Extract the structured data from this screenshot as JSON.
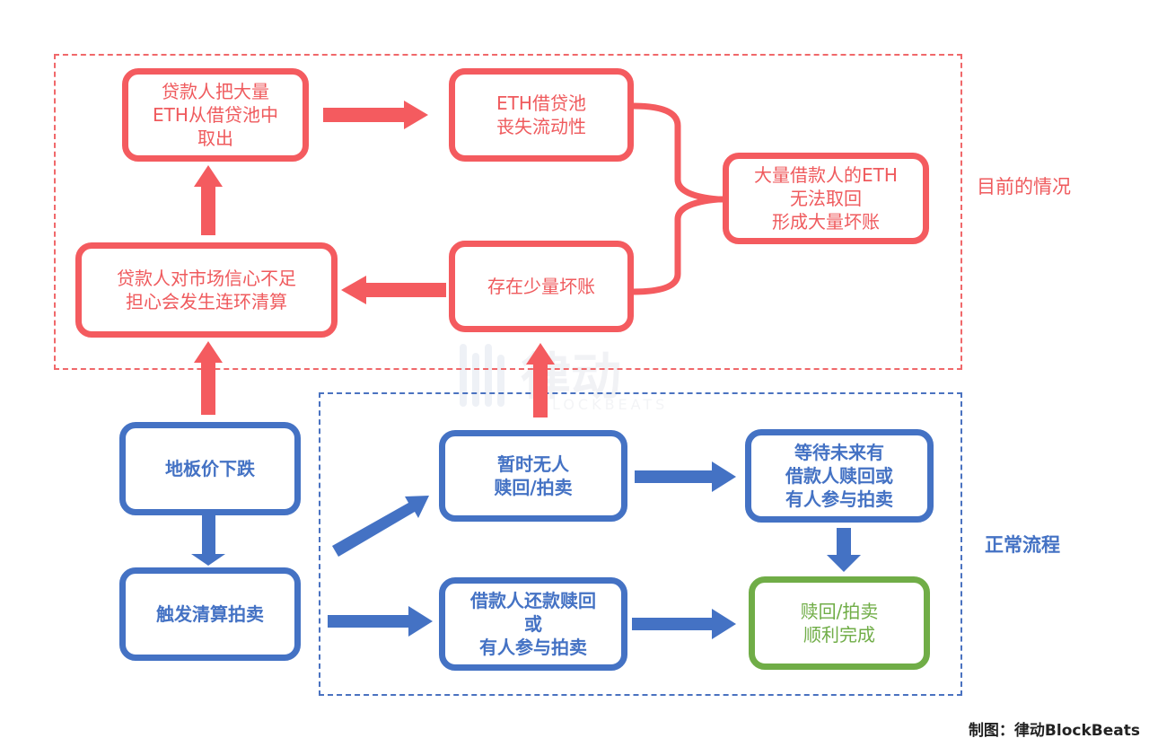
{
  "regions": {
    "current": {
      "label": "目前的情况"
    },
    "normal": {
      "label": "正常流程"
    }
  },
  "nodes": {
    "lender_withdraw": "贷款人把大量\nETH从借贷池中\n取出",
    "pool_illiquid": "ETH借贷池\n丧失流动性",
    "bad_debt_large": "大量借款人的ETH\n无法取回\n形成大量坏账",
    "lender_low_confidence": "贷款人对市场信心不足\n担心会发生连环清算",
    "bad_debt_small": "存在少量坏账",
    "floor_drop": "地板价下跌",
    "trigger_auction": "触发清算拍卖",
    "no_redeem": "暂时无人\n赎回/拍卖",
    "wait_future": "等待未来有\n借款人赎回或\n有人参与拍卖",
    "repay_or_bid": "借款人还款赎回\n或\n有人参与拍卖",
    "complete": "赎回/拍卖\n顺利完成"
  },
  "watermark": {
    "main": "律动",
    "sub": "BLOCKBEATS"
  },
  "credit": "制图：律动BlockBeats",
  "colors": {
    "red": "#f45b5f",
    "blue": "#4472c4",
    "green": "#70ad47"
  }
}
